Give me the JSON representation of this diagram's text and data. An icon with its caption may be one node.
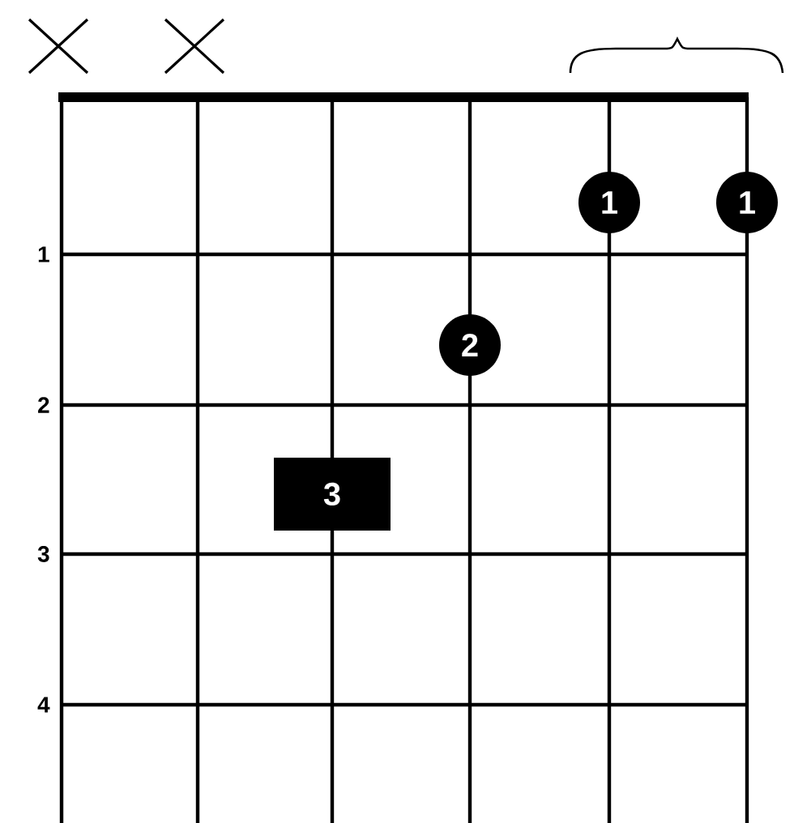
{
  "diagram": {
    "nodes": [
      {
        "text": [
          "1"
        ]
      },
      {
        "text": [
          "1"
        ]
      },
      {
        "text": [
          "2"
        ]
      },
      {
        "text": [
          "3"
        ]
      }
    ],
    "labels": [
      "1",
      "2",
      "3",
      "4"
    ]
  }
}
